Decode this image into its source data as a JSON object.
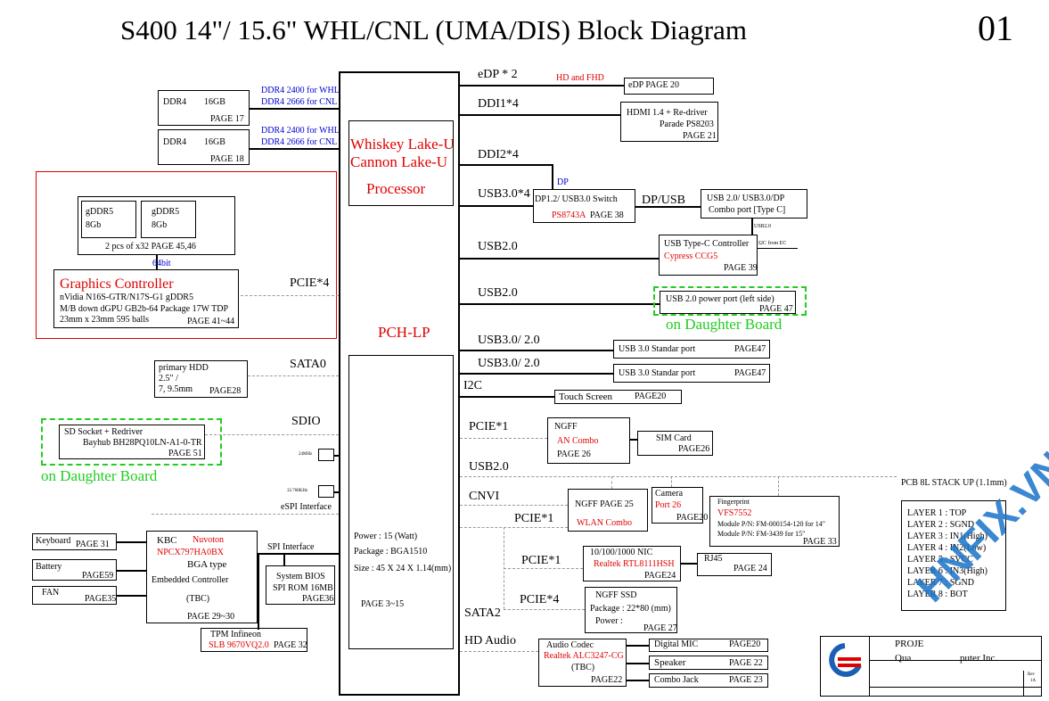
{
  "title": "S400 14\"/ 15.6\" WHL/CNL (UMA/DIS) Block Diagram",
  "page_number": "01",
  "cpu": {
    "line1": "Whiskey Lake-U",
    "line2": "Cannon Lake-U",
    "line3": "Processor",
    "pch": "PCH-LP",
    "power": "Power : 15  (Watt)",
    "package": "Package  :  BGA1510",
    "size": "Size : 45 X 24 X 1.14(mm)",
    "page": "PAGE 3~15"
  },
  "ddr": [
    {
      "name": "DDR4",
      "size": "16GB",
      "page": "PAGE 17",
      "speed1": "DDR4 2400 for WHL",
      "speed2": "DDR4 2666 for CNL"
    },
    {
      "name": "DDR4",
      "size": "16GB",
      "page": "PAGE 18",
      "speed1": "DDR4 2400 for WHL",
      "speed2": "DDR4 2666 for CNL"
    }
  ],
  "gpu": {
    "vram1_a": "gDDR5",
    "vram1_b": "8Gb",
    "vram2_a": "gDDR5",
    "vram2_b": "8Gb",
    "vram_note": "2 pcs of x32 PAGE 45,46",
    "bus": "64bit",
    "title": "Graphics Controller",
    "line1": "nVidia N16S-GTR/N17S-G1 gDDR5",
    "line2": "M/B down dGPU GB2b-64 Package 17W TDP",
    "line3": "23mm x 23mm 595 balls",
    "page": "PAGE 41~44",
    "link": "PCIE*4"
  },
  "hdd": {
    "line1": "primary HDD",
    "line2": "2.5\" /",
    "line3": "7, 9.5mm",
    "page": "PAGE28",
    "link": "SATA0"
  },
  "sd": {
    "line1": "SD   Socket    +    Redriver",
    "line2": "Bayhub BH28PQ10LN-A1-0-TR",
    "page": "PAGE 51",
    "link": "SDIO",
    "daughter": "on Daughter Board"
  },
  "crystals": {
    "c1": "24MHz",
    "c2": "32.768KHz"
  },
  "espi": "eSPI Interface",
  "kbc": {
    "title": "KBC",
    "vendor": "Nuvoton",
    "part": "NPCX797HA0BX",
    "type": "BGA type",
    "desc": "Embedded Controller",
    "tbc": "(TBC)",
    "page": "PAGE 29~30",
    "spi": "SPI Interface"
  },
  "peripherals": {
    "keyboard": "Keyboard",
    "keyboard_page": "PAGE 31",
    "battery": "Battery",
    "battery_page": "PAGE59",
    "fan": "FAN",
    "fan_page": "PAGE35"
  },
  "bios": {
    "line1": "System BIOS",
    "line2": "SPI ROM 16MB",
    "page": "PAGE36"
  },
  "tpm": {
    "line1": "TPM Infineon",
    "part": "SLB 9670VQ2.0",
    "page": "PAGE 32"
  },
  "right": {
    "edp_link": "eDP * 2",
    "edp_note": "HD and FHD",
    "edp_box": "eDP PAGE 20",
    "ddi1_link": "DDI1*4",
    "hdmi_line1": "HDMI 1.4 + Re-driver",
    "hdmi_line2": "Parade PS8203",
    "hdmi_page": "PAGE 21",
    "ddi2_link": "DDI2*4",
    "dp_label": "DP",
    "usb30_4": "USB3.0*4",
    "switch_line1": "DP1.2/ USB3.0 Switch",
    "switch_part": "PS8743A",
    "switch_page": "PAGE 38",
    "dpusb": "DP/USB",
    "combo_line1": "USB 2.0/ USB3.0/DP",
    "combo_line2": "Combo port [Type C]",
    "usb20_small": "USB2.0",
    "usb20_a": "USB2.0",
    "typec_line1": "USB Type-C Controller",
    "typec_part": "Cypress CCG5",
    "typec_page": "PAGE 39",
    "i2c_ec": "I2C from EC",
    "usb20_b": "USB2.0",
    "usbpower": "USB 2.0 power port (left side)",
    "usbpower_page": "PAGE 47",
    "daughter": "on Daughter Board",
    "usb3020_a": "USB3.0/ 2.0",
    "std1": "USB 3.0 Standar port",
    "std1_page": "PAGE47",
    "usb3020_b": "USB3.0/ 2.0",
    "std2": "USB 3.0 Standar port",
    "std2_page": "PAGE47",
    "i2c": "I2C",
    "touch": "Touch Screen",
    "touch_page": "PAGE20",
    "pcie1_a": "PCIE*1",
    "ngff_an": "NGFF",
    "an_combo": "AN Combo",
    "an_page": "PAGE 26",
    "sim": "SIM Card",
    "sim_page": "PAGE26",
    "usb20_c": "USB2.0",
    "cnvi": "CNVI",
    "wlan_ngff": "NGFF PAGE 25",
    "wlan": "WLAN Combo",
    "camera": "Camera",
    "camera_port": "Port 26",
    "camera_page": "PAGE20",
    "fp": "Fingerprint",
    "fp_part": "VFS7552",
    "fp_mod1": "Module P/N: FM-000154-120 for 14\"",
    "fp_mod2": "Module P/N: FM-3439 for 15\"",
    "fp_page": "PAGE 33",
    "pcie1_b": "PCIE*1",
    "pcie1_c": "PCIE*1",
    "nic_line1": "10/100/1000 NIC",
    "nic_part": "Realtek RTL8111HSH",
    "nic_page": "PAGE24",
    "rj45": "RJ45",
    "rj45_page": "PAGE 24",
    "pcie4": "PCIE*4",
    "sata2": "SATA2",
    "ssd_line1": "NGFF SSD",
    "ssd_line2": "Package : 22*80 (mm)",
    "ssd_line3": "Power :",
    "ssd_page": "PAGE 27",
    "hdaudio": "HD Audio",
    "codec": "Audio  Codec",
    "codec_part": "Realtek  ALC3247-CG",
    "codec_tbc": "(TBC)",
    "codec_page": "PAGE22",
    "dmic": "Digital MIC",
    "dmic_page": "PAGE20",
    "speaker": "Speaker",
    "speaker_page": "PAGE 22",
    "combo_jack": "Combo Jack",
    "combo_jack_page": "PAGE 23"
  },
  "stack": {
    "title": "PCB 8L STACK UP (1.1mm)",
    "layers": [
      "LAYER 1 : TOP",
      "LAYER 2 : SGND",
      "LAYER 3 : IN1(High)",
      "LAYER 4 : IN2(Low)",
      "LAYER 5 : SVCC",
      "LAYER 6 : IN3(High)",
      "LAYER 7 : SGND",
      "LAYER 8 : BOT"
    ]
  },
  "titleblock": {
    "project": "PROJE",
    "company": "Qua",
    "company2": "puter Inc.",
    "rev": "Rev",
    "rev_val": "1A"
  },
  "watermark": "HNFIX.VN",
  "colors": {
    "red": "#e00000",
    "blue": "#0000d0",
    "green": "#22cc22",
    "watermark": "#1a73c8"
  }
}
